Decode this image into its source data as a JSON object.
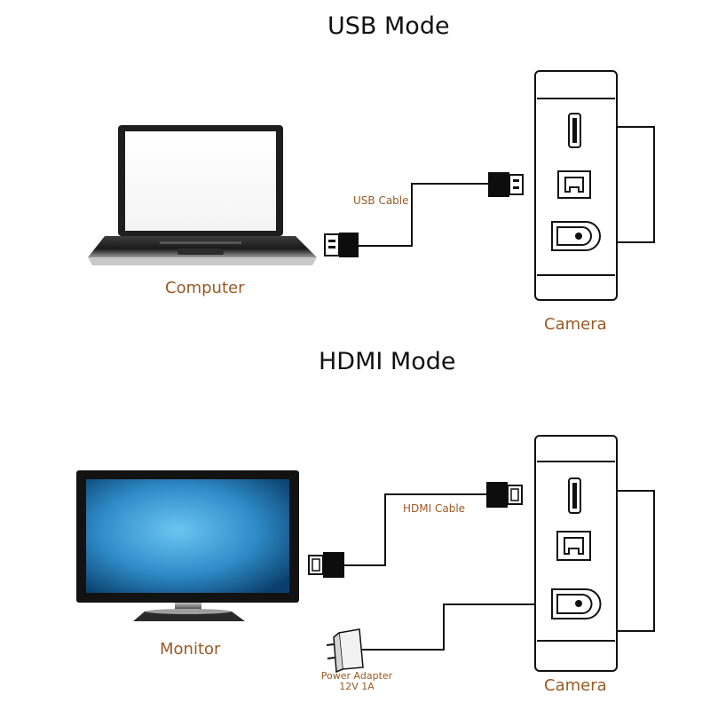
{
  "usb_section": {
    "title": "USB Mode",
    "device_label": "Computer",
    "cable_label": "USB Cable",
    "camera_label": "Camera"
  },
  "hdmi_section": {
    "title": "HDMI Mode",
    "device_label": "Monitor",
    "cable_label": "HDMI Cable",
    "camera_label": "Camera",
    "power_label_line1": "Power Adapter",
    "power_label_line2": "12V 1A"
  },
  "colors": {
    "label": "#9a5a24",
    "screen_gradient_top": "#0b4c7a",
    "screen_gradient_mid": "#4fb0e6"
  },
  "icons": [
    "laptop-icon",
    "monitor-icon",
    "camera-icon",
    "usb-plug-icon",
    "hdmi-plug-icon",
    "power-adapter-icon"
  ]
}
